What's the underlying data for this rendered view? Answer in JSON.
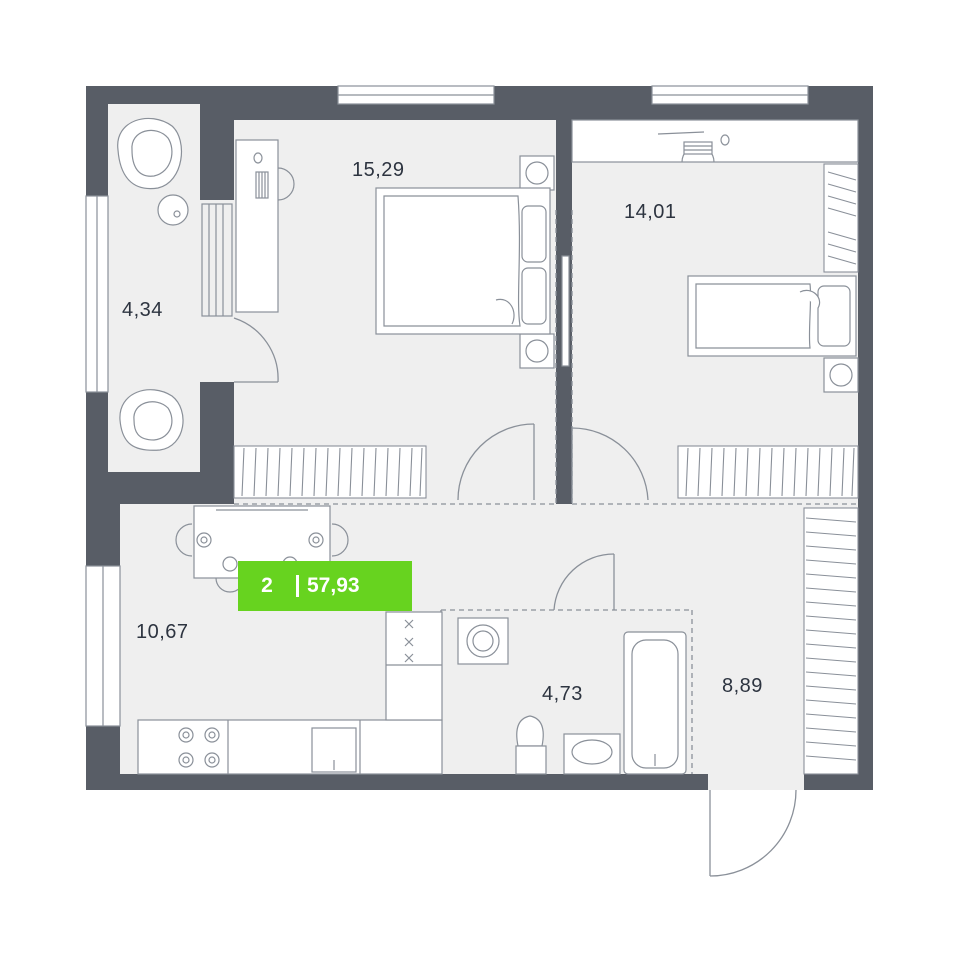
{
  "plan": {
    "badge": {
      "rooms": "2",
      "total_area": "57,93",
      "color": "#67d31f"
    },
    "rooms": [
      {
        "id": "bedroom-1",
        "area": "15,29"
      },
      {
        "id": "bedroom-2",
        "area": "14,01"
      },
      {
        "id": "balcony",
        "area": "4,34"
      },
      {
        "id": "kitchen",
        "area": "10,67"
      },
      {
        "id": "bathroom",
        "area": "4,73"
      },
      {
        "id": "hallway",
        "area": "8,89"
      }
    ],
    "colors": {
      "wall": "#585d66",
      "floor": "#efefef",
      "line": "#8a9099",
      "text": "#2d3440"
    }
  }
}
